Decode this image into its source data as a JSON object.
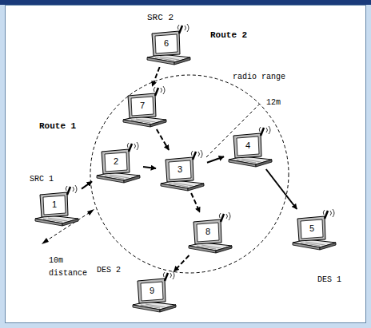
{
  "diagram": {
    "nodes": [
      {
        "text": [
          "1"
        ]
      },
      {
        "text": [
          "2"
        ]
      },
      {
        "text": [
          "3"
        ]
      },
      {
        "text": [
          "4"
        ]
      },
      {
        "text": [
          "5"
        ]
      },
      {
        "text": [
          "6"
        ]
      },
      {
        "text": [
          "7"
        ]
      },
      {
        "text": [
          "8"
        ]
      },
      {
        "text": [
          "9"
        ]
      }
    ],
    "edges": [
      {
        "from": 0,
        "to": 1,
        "arrow": "to"
      },
      {
        "from": 1,
        "to": 2,
        "arrow": "to"
      },
      {
        "from": 2,
        "to": 3,
        "arrow": "to"
      },
      {
        "from": 3,
        "to": 4,
        "arrow": "to"
      },
      {
        "from": 5,
        "to": 6,
        "arrow": "to"
      },
      {
        "from": 6,
        "to": 2,
        "arrow": "to"
      },
      {
        "from": 2,
        "to": 7,
        "arrow": "to"
      },
      {
        "from": 7,
        "to": 8,
        "arrow": "to"
      }
    ],
    "labels": [
      "SRC 2",
      "Route 2",
      "radio range",
      "12m",
      "Route 1",
      "SRC 1",
      "10m",
      "distance",
      "DES 1",
      "DES 2"
    ]
  }
}
